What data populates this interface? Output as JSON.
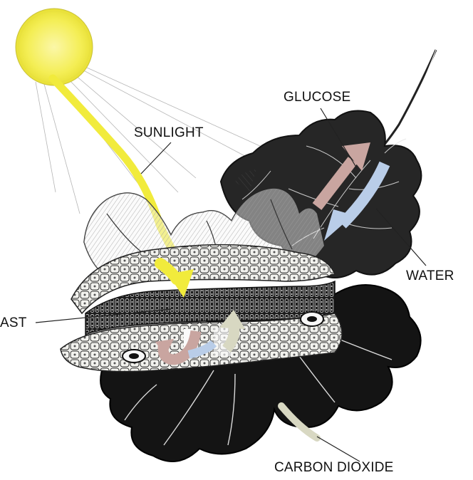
{
  "labels": {
    "sunlight": "SUNLIGHT",
    "glucose": "GLUCOSE",
    "water": "WATER",
    "chloroplast": "AST",
    "carbon_dioxide": "CARBON DIOXIDE"
  },
  "colors": {
    "sun": "#f4ee55",
    "sun_glow": "#fbf7a8",
    "sunlight_beam": "#f1eb3c",
    "glucose_arrow": "#c9a5a0",
    "water_arrow": "#b9cde8",
    "co2_arrow": "#d8d8c2",
    "leaf_dark": "#141414",
    "leaf_light": "#f4f4f4",
    "ink": "#222222"
  }
}
